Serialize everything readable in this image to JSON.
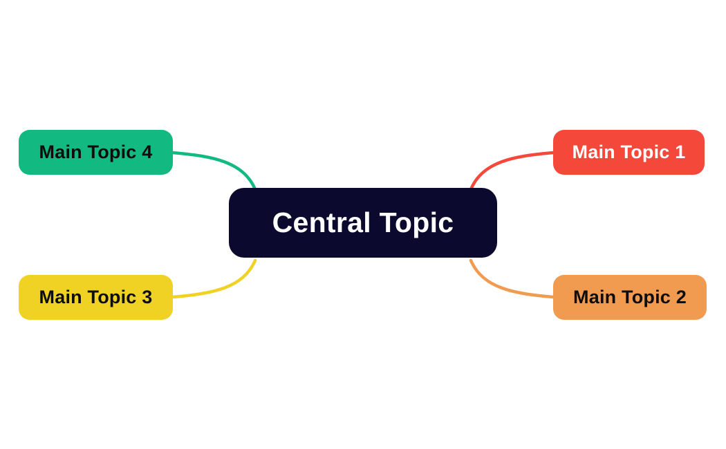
{
  "canvas": {
    "background": "#FFFFFF"
  },
  "mindmap": {
    "central": {
      "label": "Central Topic",
      "fill": "#0B0A2E",
      "text_color": "#FFFFFF"
    },
    "topics": [
      {
        "label": "Main Topic 1",
        "fill": "#F4483B",
        "text_color": "#FFFFFF",
        "position": "top-right"
      },
      {
        "label": "Main Topic 2",
        "fill": "#F19B51",
        "text_color": "#0D0D0D",
        "position": "bottom-right"
      },
      {
        "label": "Main Topic 3",
        "fill": "#F0D225",
        "text_color": "#0D0D0D",
        "position": "bottom-left"
      },
      {
        "label": "Main Topic 4",
        "fill": "#12B981",
        "text_color": "#0D0D0D",
        "position": "top-left"
      }
    ],
    "connectors": [
      {
        "from": "Central Topic",
        "to": "Main Topic 1",
        "color": "#F4483B"
      },
      {
        "from": "Central Topic",
        "to": "Main Topic 2",
        "color": "#F19B51"
      },
      {
        "from": "Central Topic",
        "to": "Main Topic 3",
        "color": "#F0D225"
      },
      {
        "from": "Central Topic",
        "to": "Main Topic 4",
        "color": "#12B981"
      }
    ]
  }
}
